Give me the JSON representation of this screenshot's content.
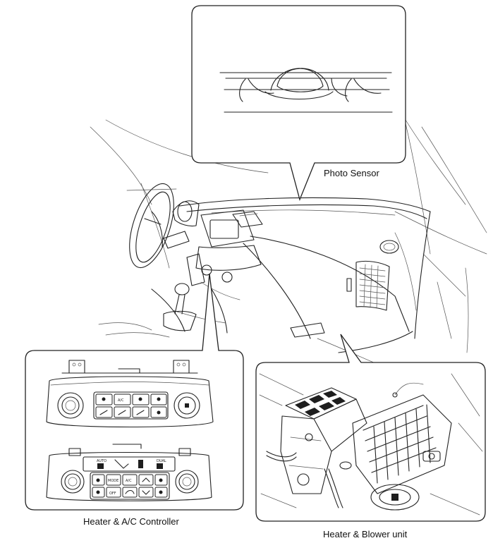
{
  "labels": {
    "photo_sensor": "Photo Sensor",
    "controller": "Heater & A/C Controller",
    "blower_unit": "Heater & Blower unit"
  },
  "controller_buttons": {
    "auto": "AUTO",
    "dual": "DUAL",
    "mode": "MODE",
    "ac": "A/C",
    "off": "OFF"
  }
}
